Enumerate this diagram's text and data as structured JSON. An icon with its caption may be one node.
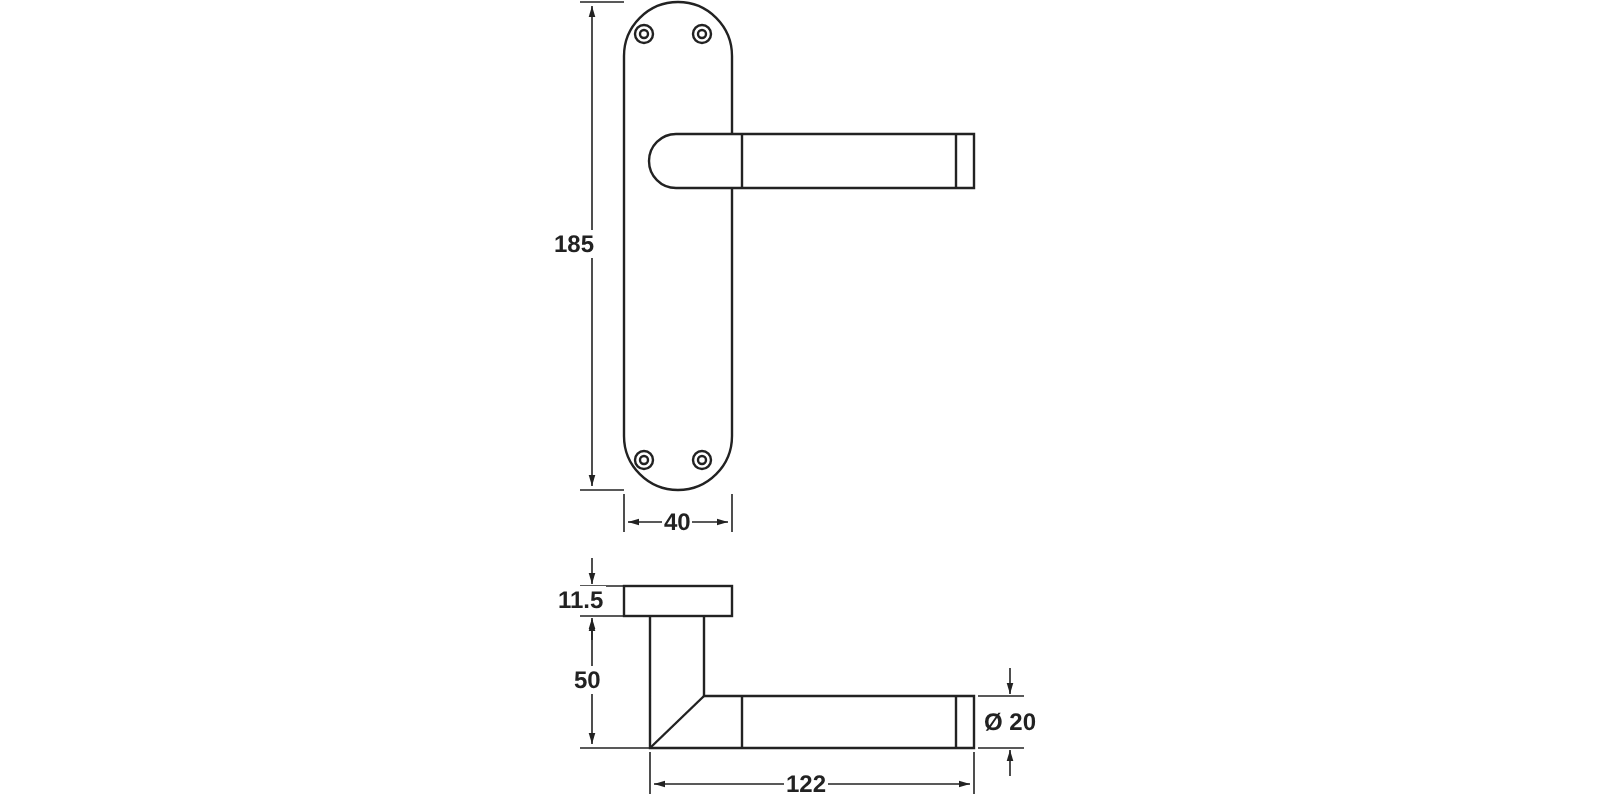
{
  "diagram": {
    "labels": [
      "185",
      "40",
      "11.5",
      "50",
      "122",
      "Ø 20"
    ]
  }
}
